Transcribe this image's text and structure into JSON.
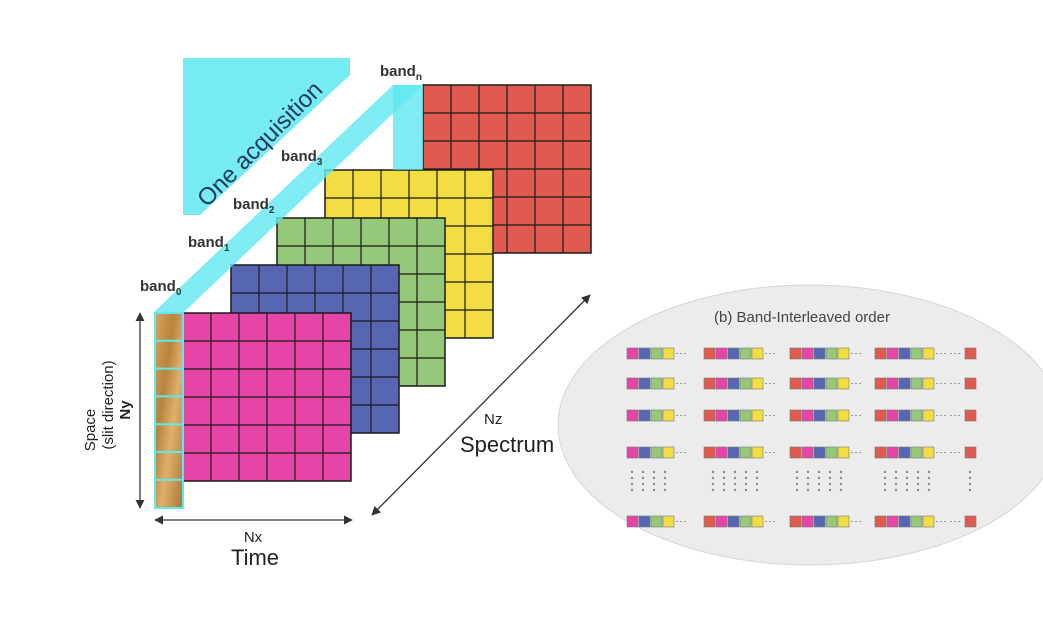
{
  "bands": [
    {
      "label": "band",
      "sub": "n",
      "color": "#e05a4f"
    },
    {
      "label": "band",
      "sub": "3",
      "color": "#f2de42"
    },
    {
      "label": "band",
      "sub": "2",
      "color": "#95c878"
    },
    {
      "label": "band",
      "sub": "1",
      "color": "#5666b3"
    },
    {
      "label": "band",
      "sub": "0",
      "color": "#e645a8"
    }
  ],
  "acquisition_label": "One acquisition",
  "axes": {
    "ny": "Ny",
    "space": "Space",
    "slit": "(slit direction)",
    "nx": "Nx",
    "time": "Time",
    "nz": "Nz",
    "spectrum": "Spectrum"
  },
  "inset": {
    "title": "(b) Band-Interleaved order",
    "colors": [
      "#e645a8",
      "#5666b3",
      "#95c878",
      "#f2de42"
    ],
    "last_color": "#e05a4f"
  },
  "colors": {
    "acquisition": "#5fe8f0",
    "grid_line": "#1a1a1a",
    "inset_bg": "#ececec"
  }
}
